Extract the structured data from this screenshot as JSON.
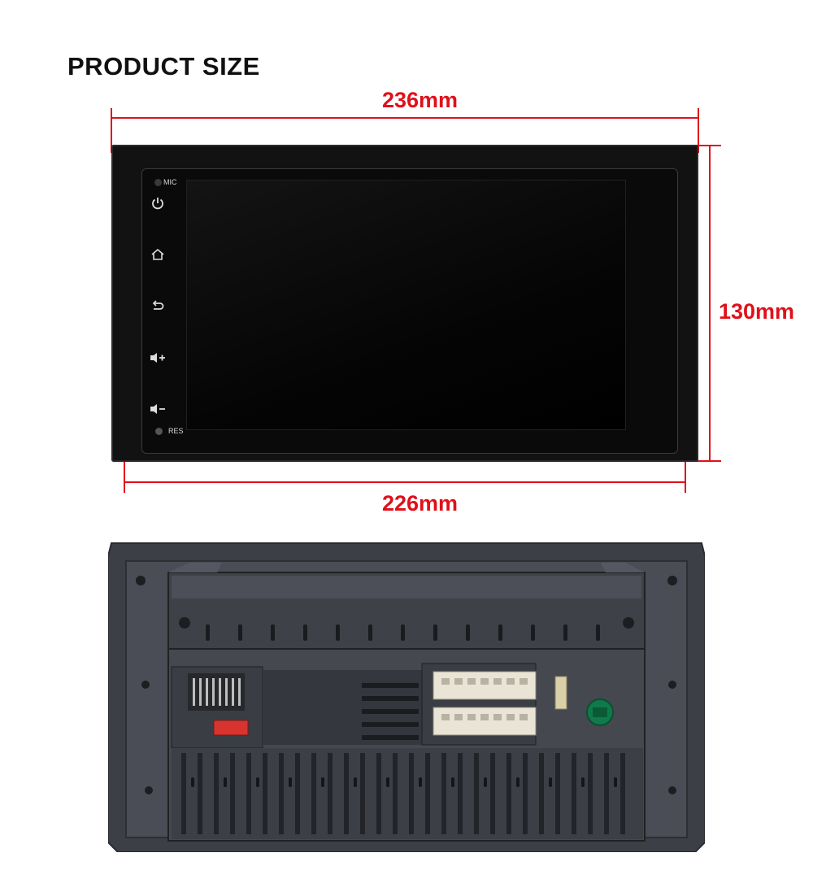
{
  "heading": "PRODUCT SIZE",
  "dimensions": {
    "width_top": "236mm",
    "height_right": "130mm",
    "width_bottom": "226mm"
  },
  "front_panel": {
    "mic_label": "MIC",
    "res_label": "RES",
    "buttons": [
      "power-icon",
      "home-icon",
      "back-icon",
      "volume-up-icon",
      "volume-down-icon"
    ]
  },
  "colors": {
    "dimension": "#e0101a",
    "unit_body": "#121213",
    "connector": "#e9e4d6",
    "gps_connector": "#0f7a4a",
    "fuse": "#d8342f"
  }
}
